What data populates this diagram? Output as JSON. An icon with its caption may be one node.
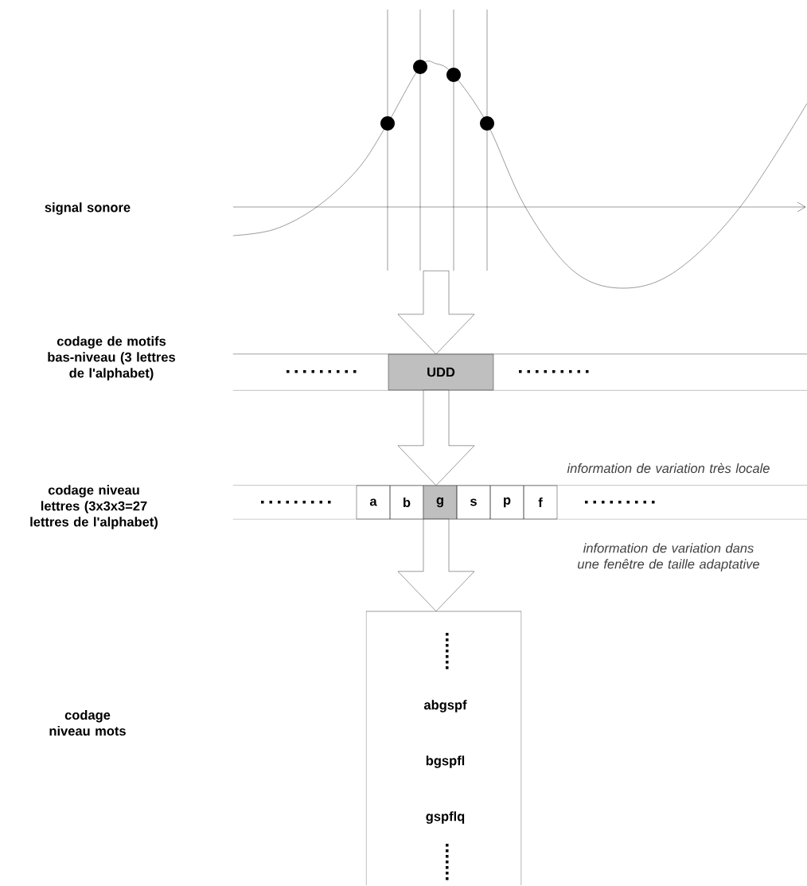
{
  "diagram": {
    "nodes": [
      {
        "text": [],
        "shape": "picture"
      },
      {
        "text": [],
        "shape": "bar"
      },
      {
        "text": [
          "UDD"
        ],
        "in": 1
      },
      {
        "text": [],
        "shape": "bar"
      },
      {
        "text": [
          "a"
        ],
        "in": 3
      },
      {
        "text": [
          "b"
        ],
        "in": 3
      },
      {
        "text": [
          "g"
        ],
        "in": 3
      },
      {
        "text": [
          "s"
        ],
        "in": 3
      },
      {
        "text": [
          "p"
        ],
        "in": 3
      },
      {
        "text": [
          "f"
        ],
        "in": 3
      },
      {
        "text": [
          "abgspf",
          "bgspfl",
          "gspflq"
        ]
      }
    ],
    "edges": [
      {
        "from": 0,
        "to": 1,
        "arrow": "to"
      },
      {
        "from": 1,
        "to": 3,
        "arrow": "to"
      },
      {
        "from": 3,
        "to": 10,
        "arrow": "to"
      }
    ],
    "labels": [
      "signal sonore",
      "codage de motifs bas-niveau (3 lettres de l'alphabet)",
      "information de variation très locale",
      "codage niveau lettres (3x3x3=27 lettres de l'alphabet)",
      "information de variation dans une fenêtre de taille adaptative",
      "codage niveau mots"
    ]
  }
}
